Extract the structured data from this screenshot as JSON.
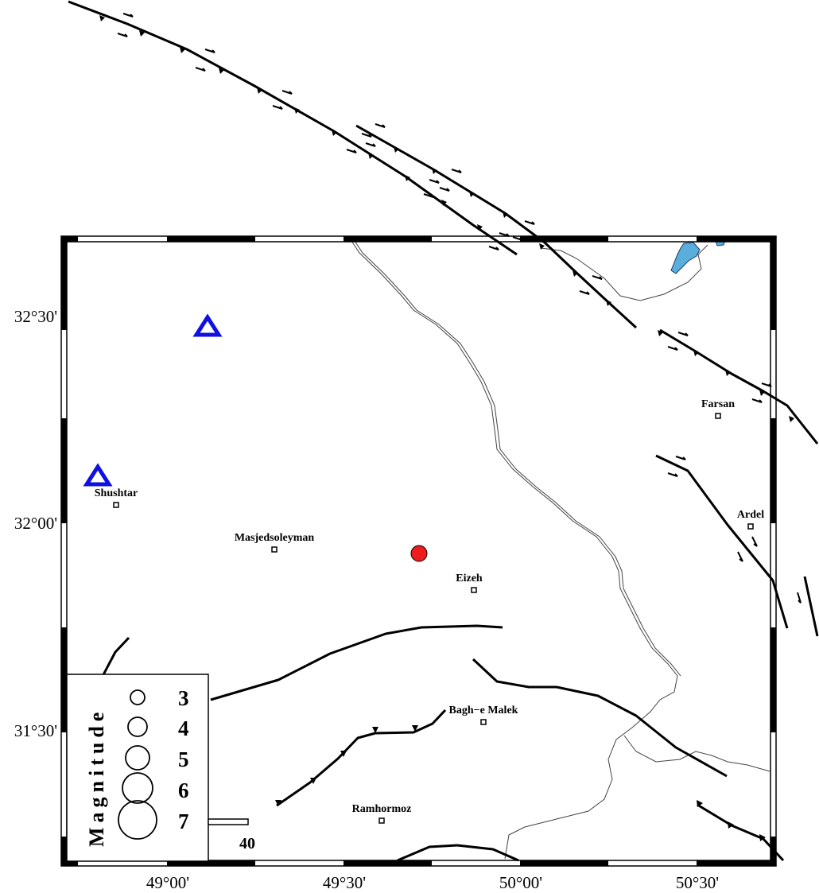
{
  "map": {
    "axes": {
      "y_ticks": [
        "32°30'",
        "32°00'",
        "31°30'"
      ],
      "x_ticks": [
        "49°00'",
        "49°30'",
        "50°00'",
        "50°30'"
      ]
    },
    "cities": [
      "Shushtar",
      "Masjedsoleyman",
      "Eizeh",
      "Farsan",
      "Ardel",
      "Bagh−e Malek",
      "Ramhormoz"
    ],
    "stations": [
      {
        "symbol": "triangle",
        "color": "#1010e0"
      },
      {
        "symbol": "triangle",
        "color": "#1010e0"
      }
    ],
    "epicenter": {
      "symbol": "circle",
      "color": "#ee1c1c"
    },
    "legend": {
      "title": "Magnitude",
      "magnitudes": [
        "3",
        "4",
        "5",
        "6",
        "7"
      ]
    },
    "scale_bar": {
      "label": "40"
    },
    "colors": {
      "water": "#5aaedc",
      "fault": "#000000",
      "river": "#555555"
    }
  }
}
